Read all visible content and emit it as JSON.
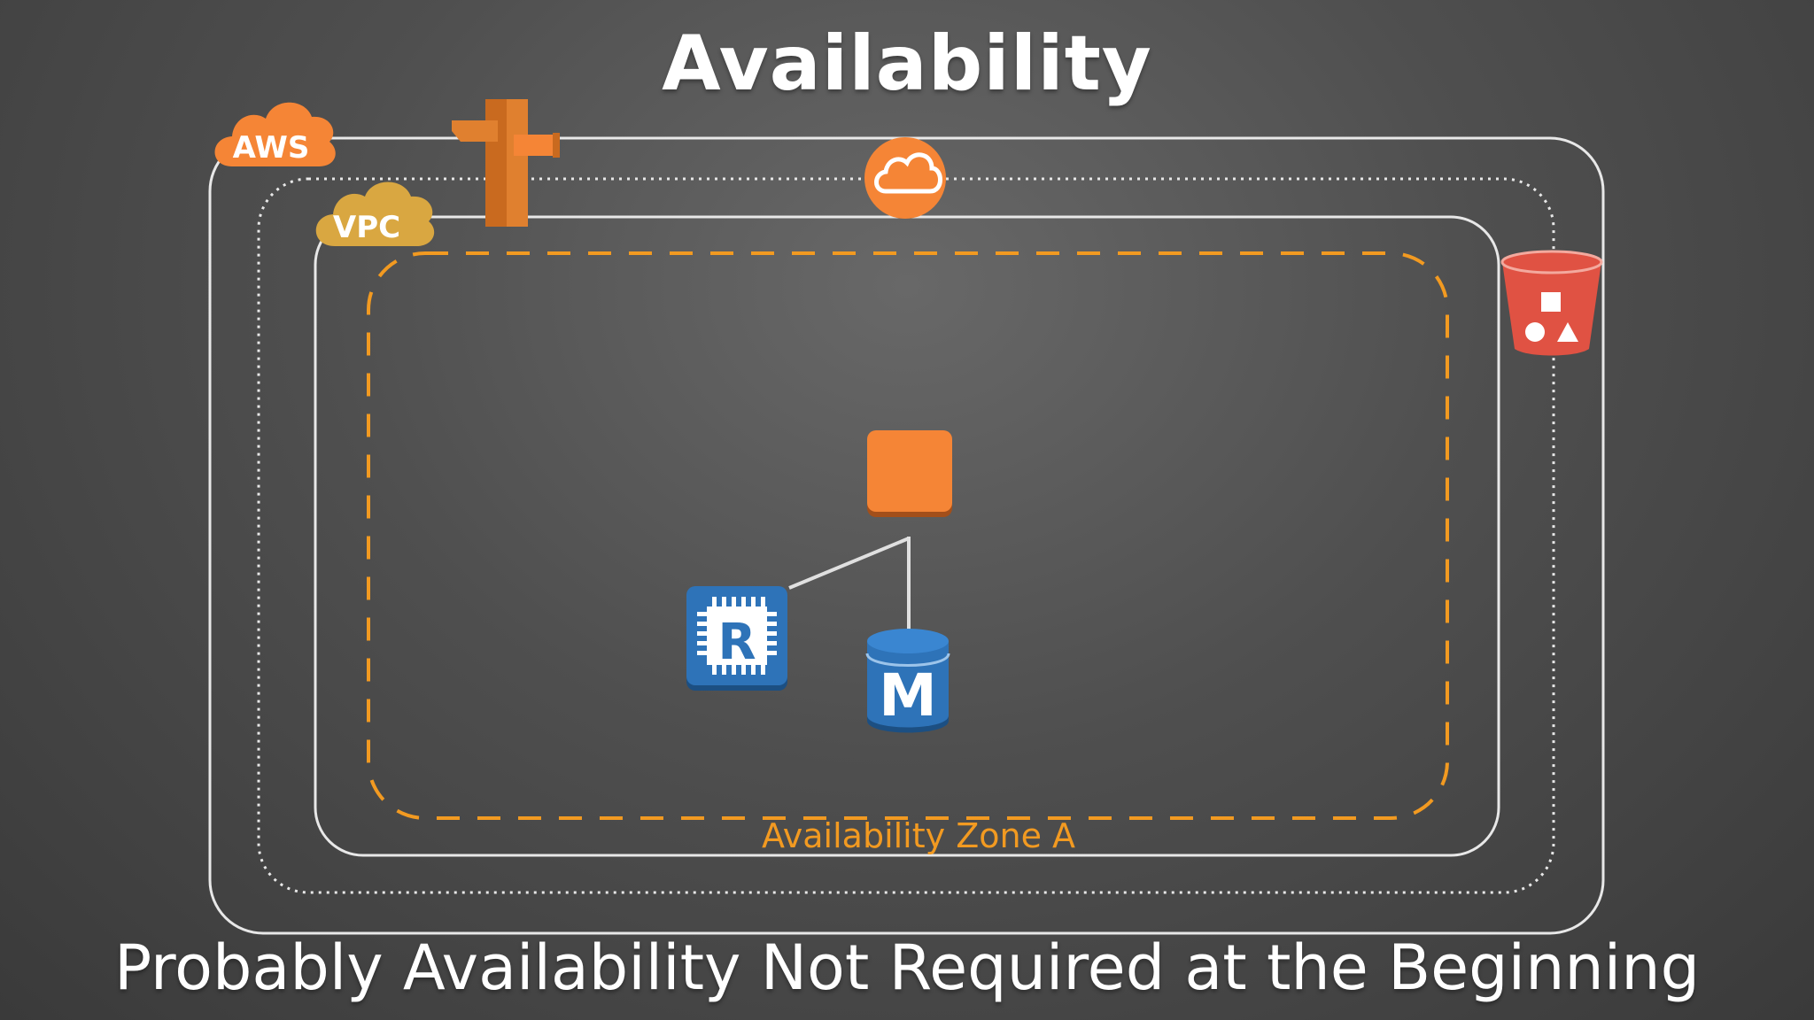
{
  "title": "Availability",
  "caption": "Probably Availability Not Required at the Beginning",
  "badges": {
    "aws": "AWS",
    "vpc": "VPC"
  },
  "availability_zone": {
    "label": "Availability Zone A"
  },
  "db_icons": {
    "replica_letter": "R",
    "master_letter": "M"
  },
  "icons": {
    "route53": "route53-signpost-icon",
    "cloudfront": "cloud-icon",
    "s3": "s3-bucket-icon",
    "ec2": "ec2-instance-icon",
    "rds_replica": "rds-replica-chip-icon",
    "rds_master": "rds-master-database-icon"
  },
  "colors": {
    "aws_orange": "#f58536",
    "vpc_gold": "#d9a741",
    "az_dashed": "#f29a21",
    "s3_red": "#e05243",
    "rds_blue": "#2e73b8",
    "outline_white": "#e8e8e8"
  }
}
